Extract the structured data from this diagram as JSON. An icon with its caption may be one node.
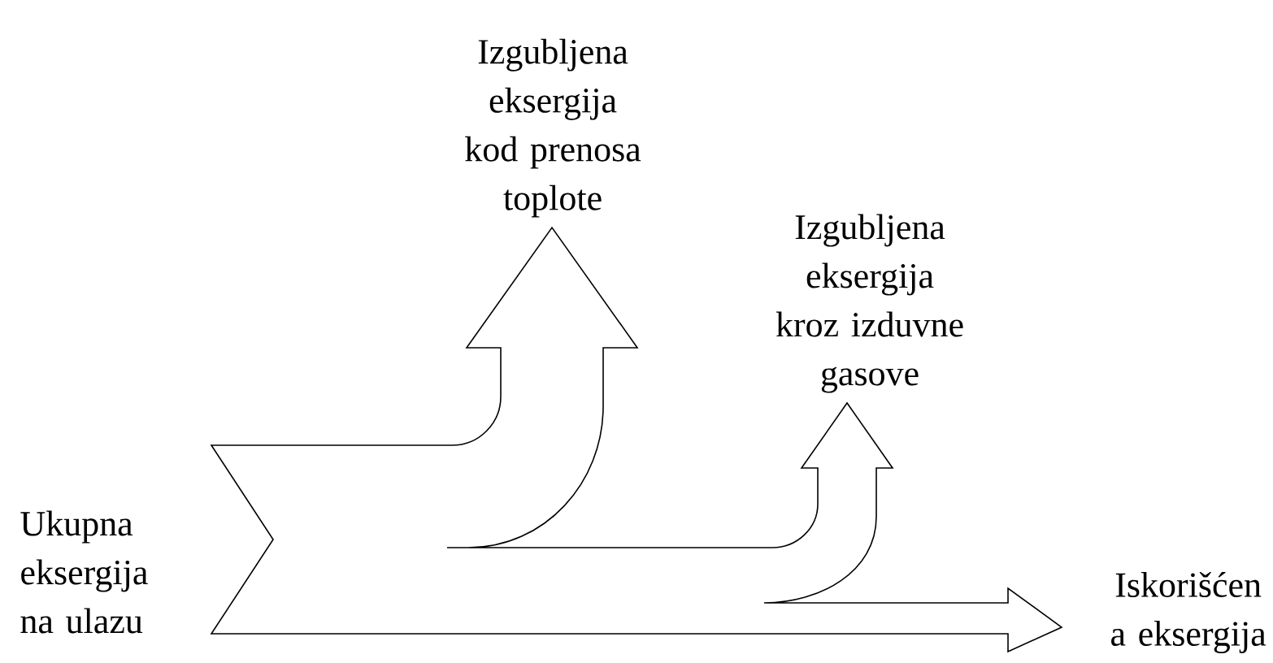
{
  "diagram": {
    "labels": [
      "Izgubljena eksergija kod prenosa toplote",
      "Izgubljena eksergija kroz izduvne gasove",
      "Ukupna eksergija na ulazu",
      "Iskorišćen a eksergija"
    ]
  }
}
